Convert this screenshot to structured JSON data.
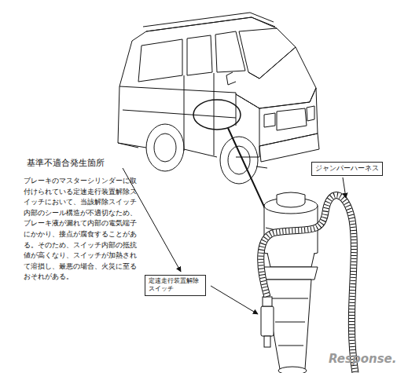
{
  "diagram": {
    "nodes": [
      {
        "text": [
          "ジャンパーハーネス"
        ]
      },
      {
        "text": [
          "定速走行装置解除スイッチ"
        ]
      }
    ],
    "labels": [
      "基準不適合発生箇所",
      "ブレーキのマスターシリンダーに取付けられている定速走行装置解除スイッチにおいて、当該解除スイッチ内部のシール構造が不適切なため、ブレーキ液が漏れて内部の電気端子にかかり、接点が腐食することがある。そのため、スイッチ内部の抵抗値が高くなり、スイッチが加熱されて溶損し、最悪の場合、火災に至るおそれがある。",
      "Response."
    ]
  }
}
